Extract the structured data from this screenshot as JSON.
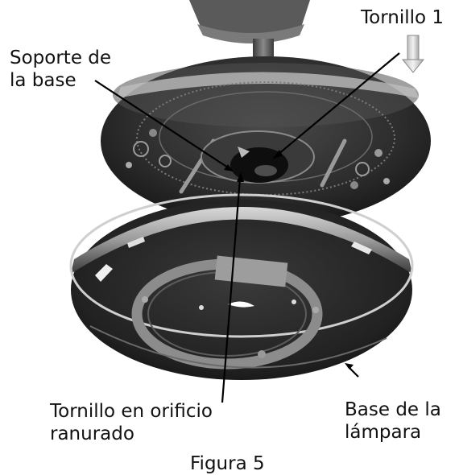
{
  "labels": {
    "tornillo1": "Tornillo 1",
    "soporte_line1": "Soporte de",
    "soporte_line2": "la base",
    "tornillo_orificio_line1": "Tornillo en orificio",
    "tornillo_orificio_line2": "ranurado",
    "base_lampara_line1": "Base de la",
    "base_lampara_line2": "lámpara",
    "caption": "Figura 5"
  },
  "colors": {
    "background": "#ffffff",
    "upper_disc": "#2e2e2e",
    "lower_disc": "#262626",
    "ring": "#8c8c8c",
    "text": "#111111"
  }
}
